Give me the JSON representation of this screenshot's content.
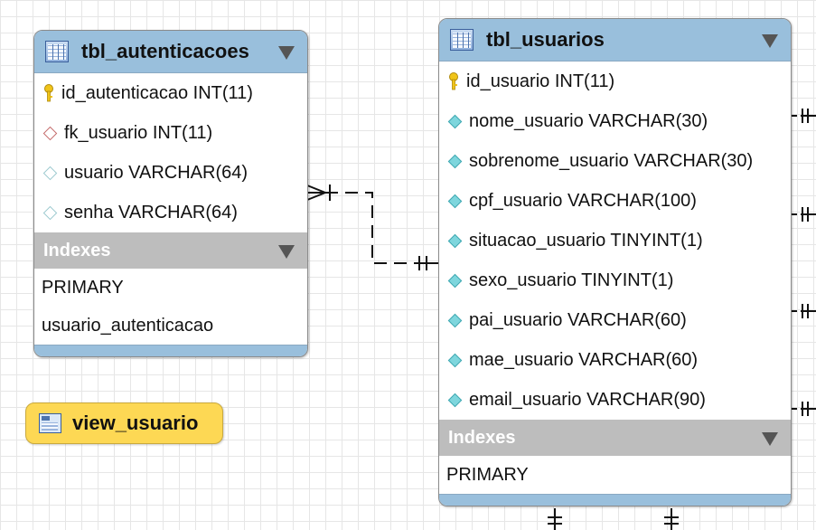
{
  "tables": {
    "autenticacoes": {
      "title": "tbl_autenticacoes",
      "columns": [
        {
          "text": "id_autenticacao INT(11)",
          "icon": "primary-key-icon"
        },
        {
          "text": "fk_usuario INT(11)",
          "icon": "foreign-key-diamond-icon"
        },
        {
          "text": "usuario VARCHAR(64)",
          "icon": "column-diamond-icon"
        },
        {
          "text": "senha VARCHAR(64)",
          "icon": "column-diamond-icon"
        }
      ],
      "indexes_label": "Indexes",
      "indexes": [
        "PRIMARY",
        "usuario_autenticacao"
      ]
    },
    "usuarios": {
      "title": "tbl_usuarios",
      "columns": [
        {
          "text": "id_usuario INT(11)",
          "icon": "primary-key-icon"
        },
        {
          "text": "nome_usuario VARCHAR(30)",
          "icon": "column-diamond-icon"
        },
        {
          "text": "sobrenome_usuario VARCHAR(30)",
          "icon": "column-diamond-icon"
        },
        {
          "text": "cpf_usuario VARCHAR(100)",
          "icon": "column-diamond-icon"
        },
        {
          "text": "situacao_usuario TINYINT(1)",
          "icon": "column-diamond-icon"
        },
        {
          "text": "sexo_usuario TINYINT(1)",
          "icon": "column-diamond-icon"
        },
        {
          "text": "pai_usuario VARCHAR(60)",
          "icon": "column-diamond-icon"
        },
        {
          "text": "mae_usuario VARCHAR(60)",
          "icon": "column-diamond-icon"
        },
        {
          "text": "email_usuario VARCHAR(90)",
          "icon": "column-diamond-icon"
        }
      ],
      "indexes_label": "Indexes",
      "indexes": [
        "PRIMARY"
      ]
    }
  },
  "view": {
    "title": "view_usuario"
  },
  "colors": {
    "header": "#99bfdc",
    "indexes_header": "#bdbdbd",
    "view_bg": "#fdd854",
    "column_diamond": "#7ed6dd",
    "foreign_key": "#c46a6a",
    "key": "#f0c419"
  }
}
